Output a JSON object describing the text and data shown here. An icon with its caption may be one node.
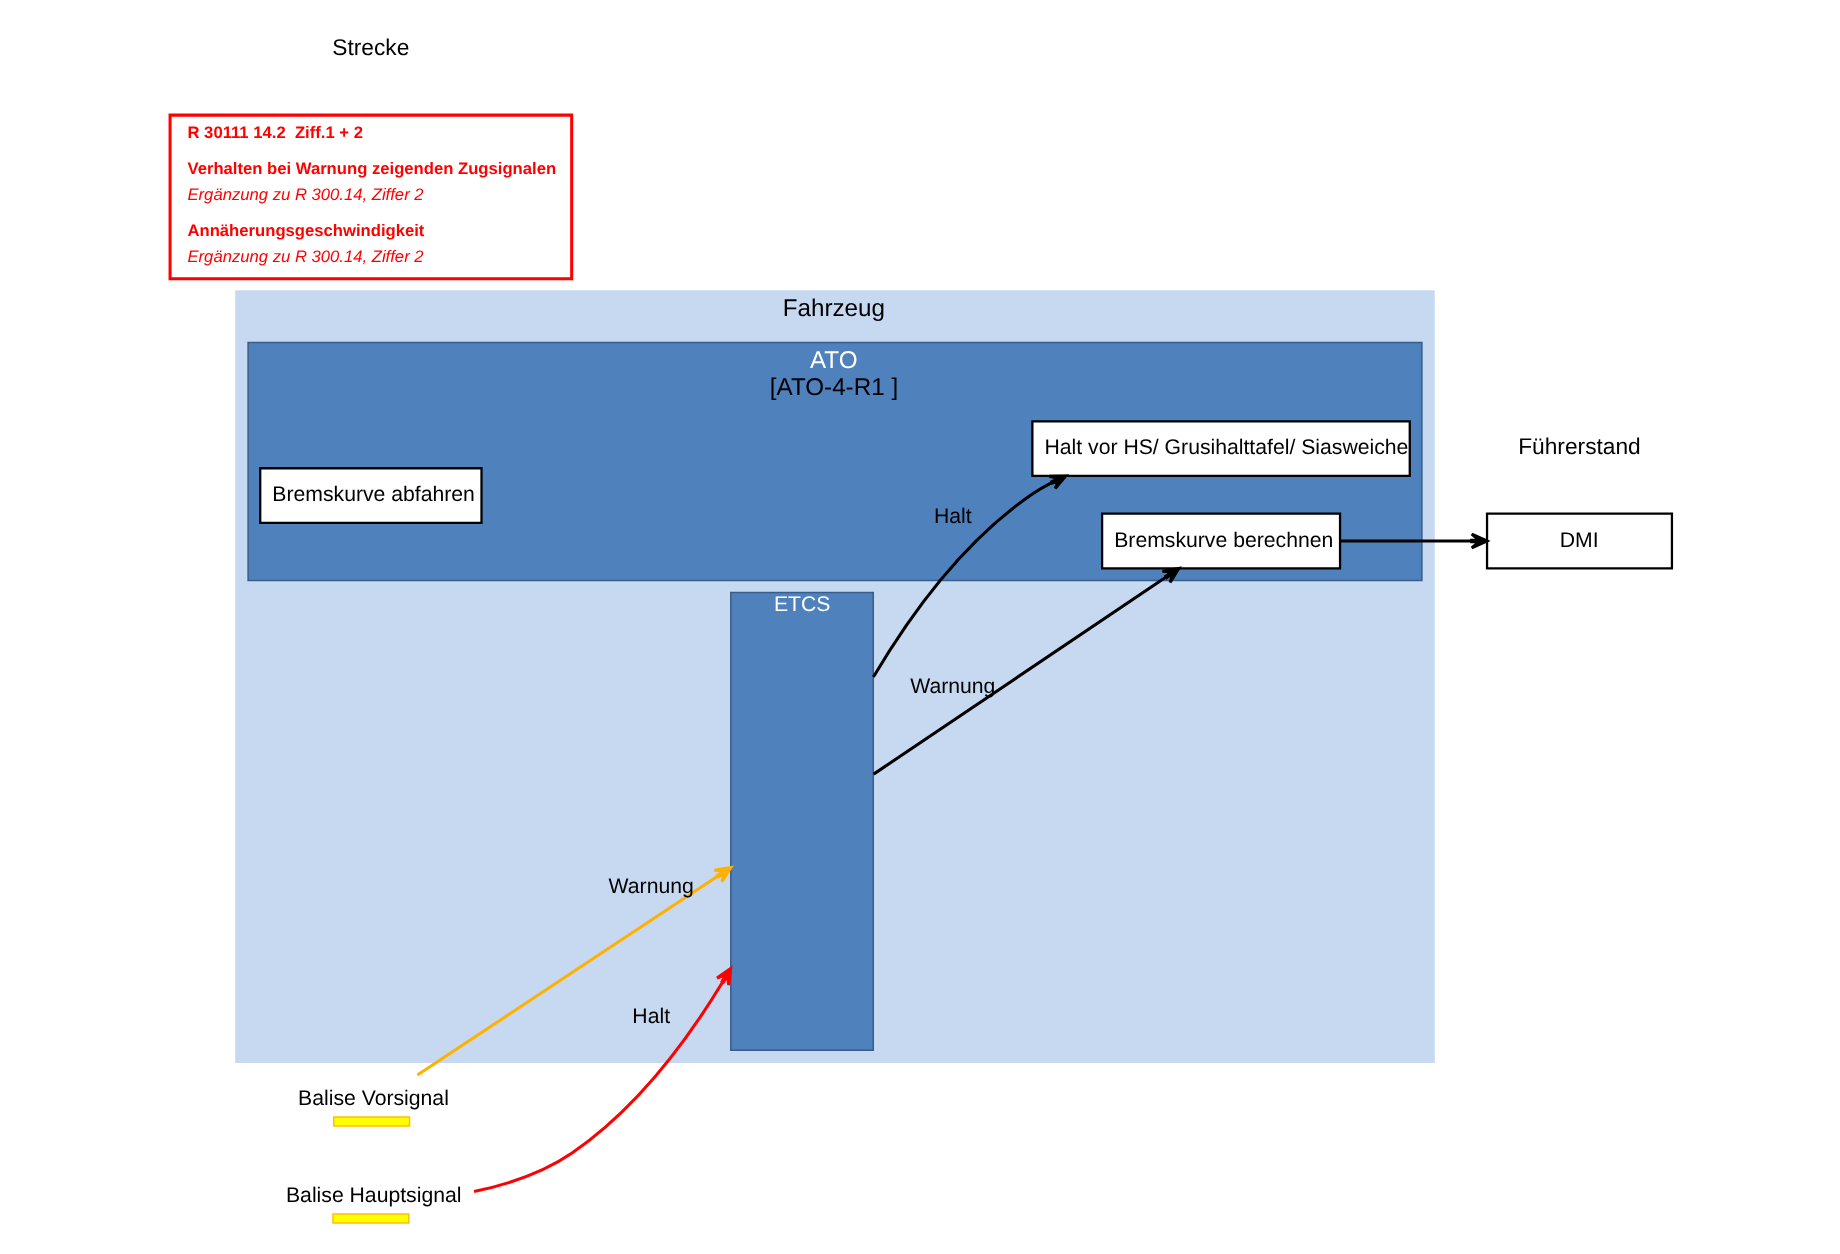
{
  "diagram": {
    "nodes": [
      {
        "text": [
          "Fahrzeug"
        ]
      },
      {
        "text": [
          "ETCS"
        ],
        "in": 0
      },
      {
        "text": [
          "ATO",
          "[ATO-4-R1 ]"
        ],
        "in": 0
      },
      {
        "text": [
          "Bremskurve berechnen"
        ],
        "in": 2
      },
      {
        "text": [
          "Bremskurve abfahren"
        ],
        "in": 2
      },
      {
        "text": [
          "Halt vor HS/ Grusihalttafel/ Siasweiche"
        ],
        "in": 2
      },
      {
        "text": [
          "DMI"
        ]
      },
      {
        "text": [
          "Balise Vorsignal"
        ]
      },
      {
        "text": [
          "R 30111 14.2  Ziff.1 + 2",
          "Verhalten bei Warnung zeigenden Zugsignalen",
          "Ergänzung zu R 300.14, Ziffer 2",
          "Annäherungsgeschwindigkeit",
          "Ergänzung zu R 300.14, Ziffer 2"
        ]
      },
      {
        "text": [
          "Balise Hauptsignal"
        ]
      }
    ],
    "edges": [
      {
        "from": 7,
        "to": 1,
        "arrow": "to",
        "label": "Warnung",
        "color": "#ffb000"
      },
      {
        "from": 1,
        "to": 3,
        "arrow": "to",
        "label": "Warnung"
      },
      {
        "from": 3,
        "to": 6,
        "arrow": "to"
      },
      {
        "from": 9,
        "to": 1,
        "arrow": "to",
        "label": "Halt",
        "color": "#ff0000"
      },
      {
        "from": 1,
        "to": 5,
        "arrow": "to",
        "label": "Halt"
      }
    ],
    "labels": [
      "Strecke",
      "Führerstand"
    ]
  }
}
